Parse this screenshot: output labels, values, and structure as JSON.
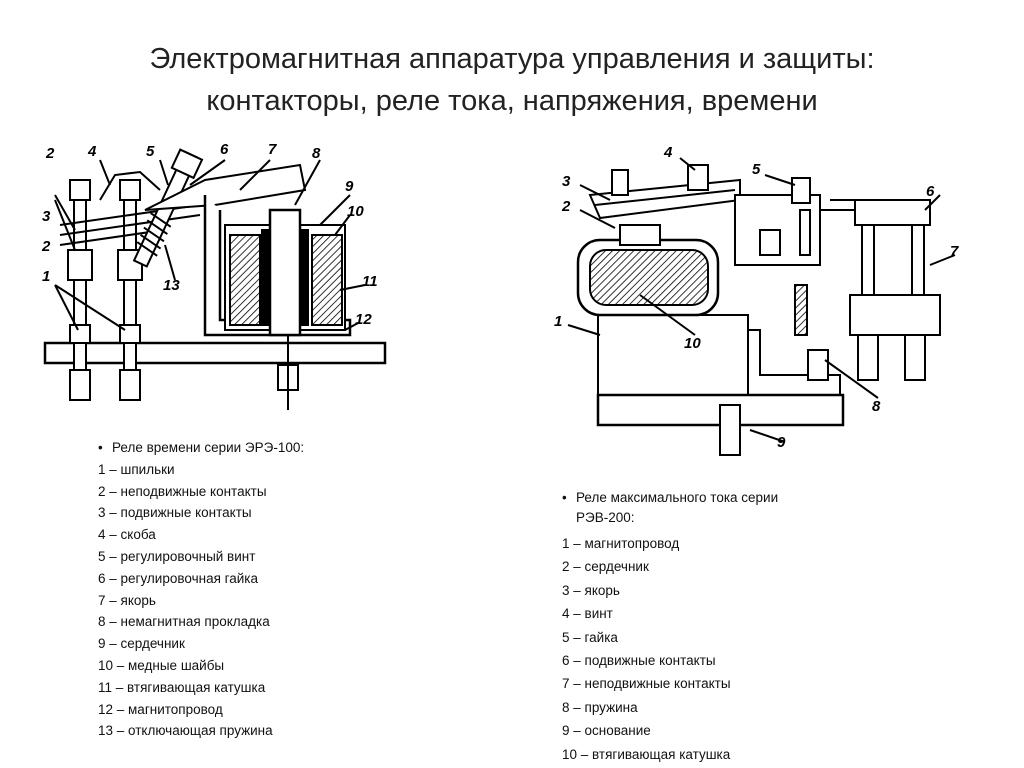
{
  "title": {
    "line1": "Электромагнитная аппаратура управления и защиты:",
    "line2": "контакторы, реле тока, напряжения, времени"
  },
  "left_legend": {
    "heading": "Реле времени серии ЭРЭ-100:",
    "items": [
      "1 – шпильки",
      "2 – неподвижные контакты",
      "3 – подвижные контакты",
      "4 – скоба",
      "5 – регулировочный винт",
      "6 – регулировочная гайка",
      "7 – якорь",
      "8 – немагнитная прокладка",
      "9 – сердечник",
      "10 – медные шайбы",
      "11 – втягивающая катушка",
      "12 – магнитопровод",
      "13 – отключающая пружина"
    ]
  },
  "right_legend": {
    "heading": "Реле максимального тока серии РЭВ-200:",
    "items": [
      "1 – магнитопровод",
      "2 – сердечник",
      "3 – якорь",
      "4 – винт",
      "5 – гайка",
      "6 – подвижные контакты",
      "7 – неподвижные контакты",
      "8 – пружина",
      "9 – основание",
      "10 – втягивающая катушка"
    ]
  },
  "left_diagram_labels": [
    "2",
    "4",
    "5",
    "6",
    "7",
    "8",
    "9",
    "10",
    "3",
    "2",
    "1",
    "13",
    "11",
    "12"
  ],
  "right_diagram_labels": [
    "4",
    "5",
    "3",
    "2",
    "6",
    "7",
    "1",
    "10",
    "8",
    "9"
  ]
}
